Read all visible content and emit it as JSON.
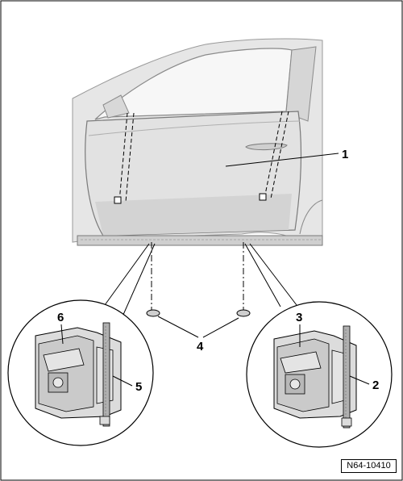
{
  "diagram": {
    "reference_code": "N64-10410",
    "callouts": {
      "c1": "1",
      "c2": "2",
      "c3": "3",
      "c4": "4",
      "c5": "5",
      "c6": "6"
    }
  },
  "colors": {
    "line": "#000000",
    "body_fill": "#e8e8e8",
    "body_shade": "#d4d4d4",
    "glass": "#f6f6f6",
    "clip_fill": "#dcdcdc"
  }
}
